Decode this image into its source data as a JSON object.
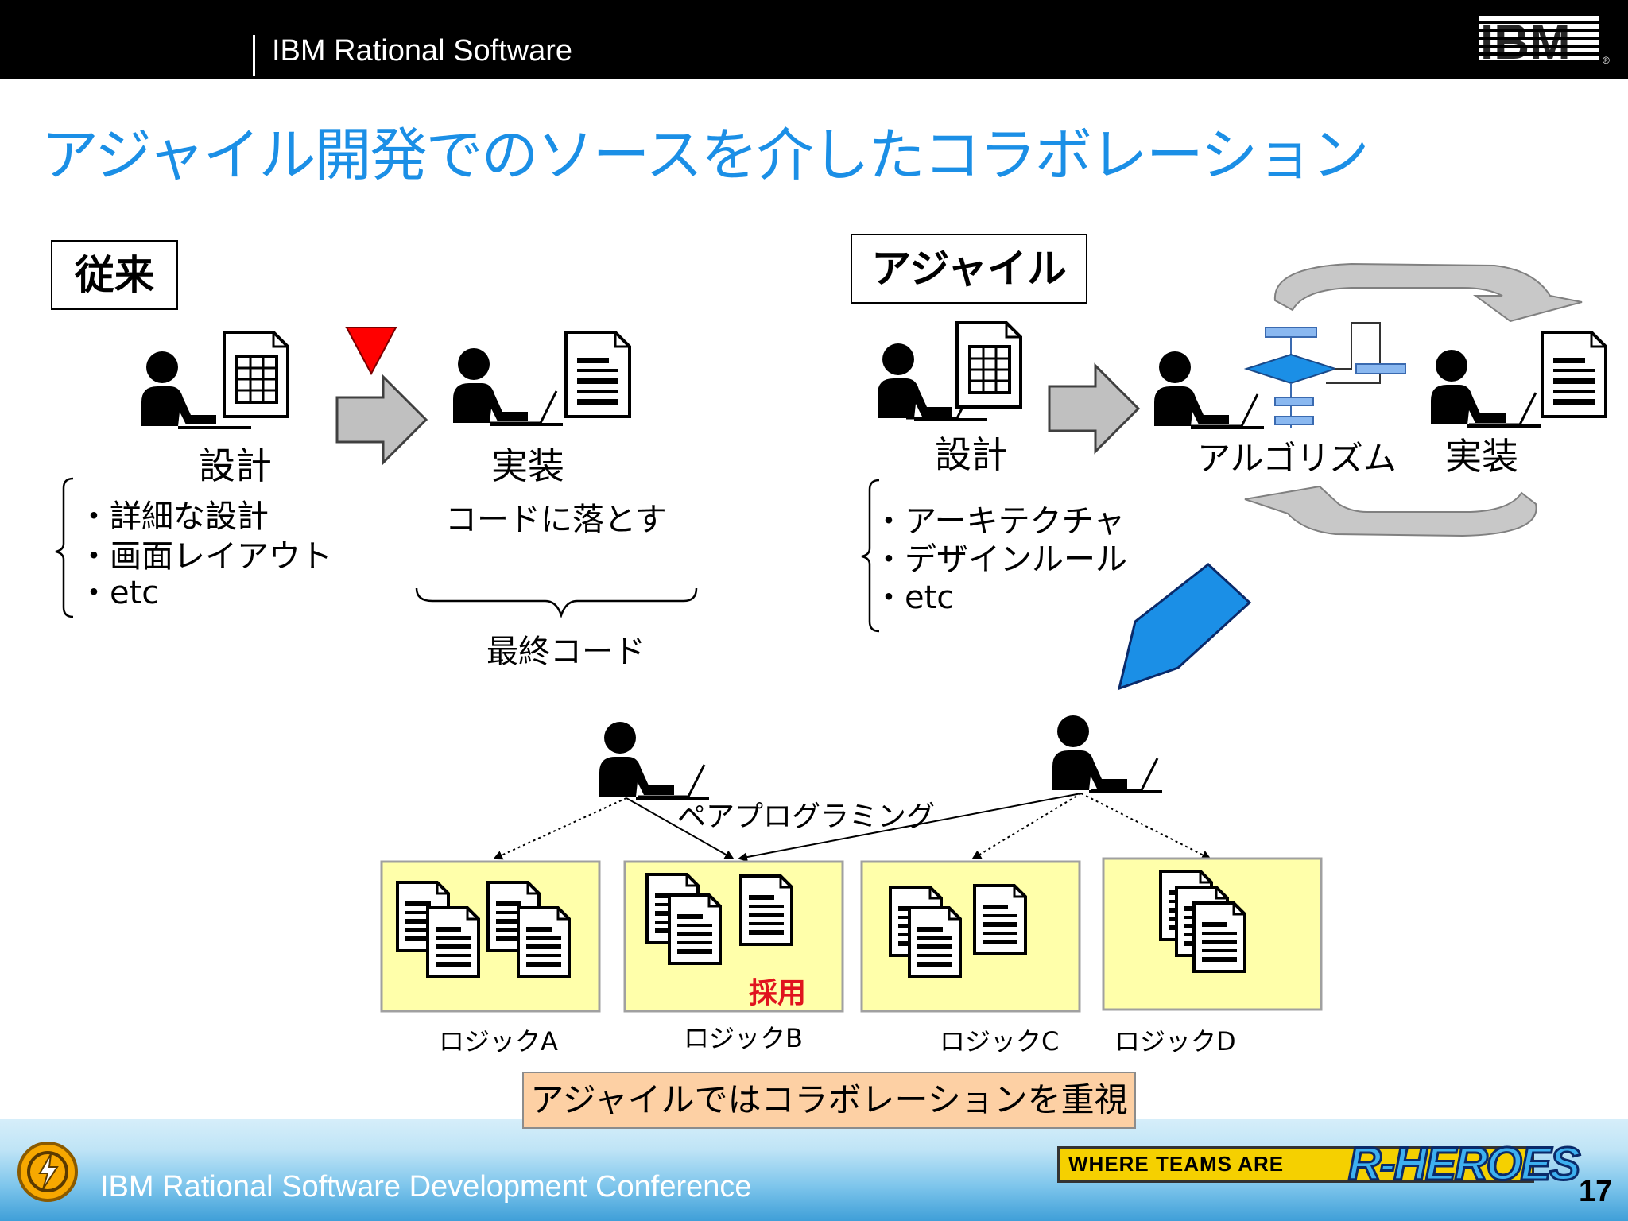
{
  "header": {
    "title": "IBM Rational Software",
    "logo_text": "IBM"
  },
  "slide": {
    "title": "アジャイル開発でのソースを介したコラボレーション"
  },
  "traditional": {
    "label": "従来",
    "design_label": "設計",
    "design_bullets": [
      "・詳細な設計",
      "・画面レイアウト",
      "・etc"
    ],
    "impl_label": "実装",
    "impl_sub": "コードに落とす",
    "final_code": "最終コード"
  },
  "agile": {
    "label": "アジャイル",
    "design_label": "設計",
    "design_bullets": [
      "・アーキテクチャ",
      "・デザインルール",
      "・etc"
    ],
    "algorithm_label": "アルゴリズム",
    "impl_label": "実装"
  },
  "collab": {
    "pair_programming": "ペアプログラミング",
    "logics": [
      {
        "label": "ロジックA"
      },
      {
        "label": "ロジックB",
        "badge": "採用"
      },
      {
        "label": "ロジックC"
      },
      {
        "label": "ロジックD"
      }
    ],
    "conclusion": "アジャイルではコラボレーションを重視"
  },
  "footer": {
    "title": "IBM Rational Software Development Conference",
    "banner_text": "WHERE TEAMS ARE",
    "banner_logo": "R-HEROES",
    "page_number": "17"
  },
  "colors": {
    "title_blue": "#1b8fe6",
    "adopt_red": "#e0141e",
    "logic_yellow": "#ffffaa",
    "conclusion_orange": "#fdd0a4",
    "pen_blue": "#1b8fe6",
    "marker_red": "#ff0000"
  }
}
